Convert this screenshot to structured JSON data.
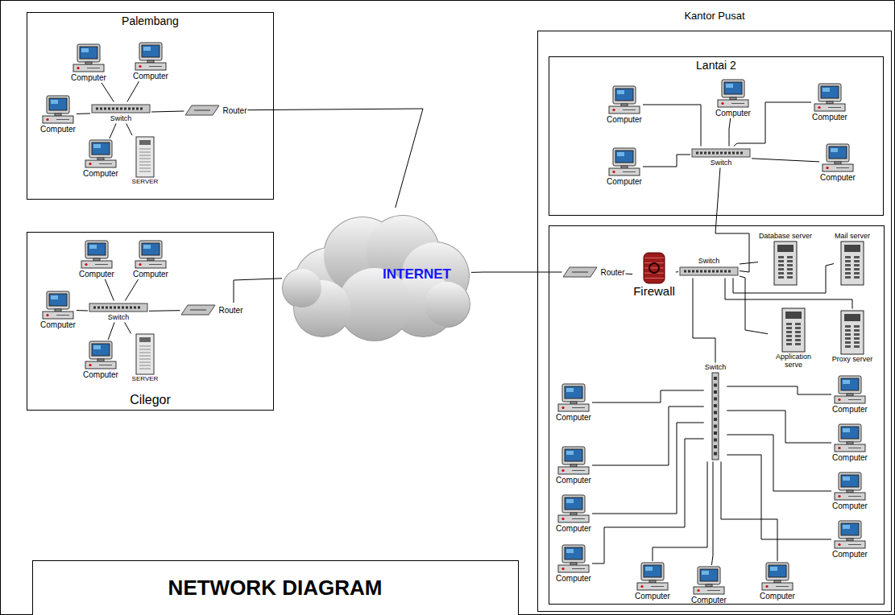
{
  "diagram": {
    "title": "NETWORK DIAGRAM",
    "nodes": [
      {
        "text": [
          "Palembang"
        ]
      },
      {
        "text": [
          "Computer"
        ],
        "in": 0
      },
      {
        "text": [
          "Computer"
        ],
        "in": 0
      },
      {
        "text": [
          "Computer"
        ],
        "in": 0
      },
      {
        "text": [
          "Switch"
        ],
        "in": 0
      },
      {
        "text": [
          "Router"
        ],
        "in": 0
      },
      {
        "text": [
          "Computer"
        ],
        "in": 0
      },
      {
        "text": [
          "SERVER"
        ],
        "in": 0
      },
      {
        "text": [
          "Cilegor"
        ]
      },
      {
        "text": [
          "Computer"
        ],
        "in": 8
      },
      {
        "text": [
          "Computer"
        ],
        "in": 8
      },
      {
        "text": [
          "Computer"
        ],
        "in": 8
      },
      {
        "text": [
          "Switch"
        ],
        "in": 8
      },
      {
        "text": [
          "Router"
        ],
        "in": 8
      },
      {
        "text": [
          "Computer"
        ],
        "in": 8
      },
      {
        "text": [
          "SERVER"
        ],
        "in": 8
      },
      {
        "text": [
          "INTERNET"
        ]
      },
      {
        "text": [
          "Kantor Pusat"
        ]
      },
      {
        "text": [
          "Lantai 2"
        ],
        "in": 17
      },
      {
        "text": [
          "Computer"
        ],
        "in": 18
      },
      {
        "text": [
          "Computer"
        ],
        "in": 18
      },
      {
        "text": [
          "Computer"
        ],
        "in": 18
      },
      {
        "text": [
          "Computer"
        ],
        "in": 18
      },
      {
        "text": [
          "Switch"
        ],
        "in": 18
      },
      {
        "text": [
          "Computer"
        ],
        "in": 18
      },
      {
        "text": [
          "Router"
        ],
        "in": 17
      },
      {
        "text": [
          "Firewall"
        ],
        "in": 17
      },
      {
        "text": [
          "Switch"
        ],
        "in": 17
      },
      {
        "text": [
          "Database server"
        ],
        "in": 17
      },
      {
        "text": [
          "Mail server"
        ],
        "in": 17
      },
      {
        "text": [
          "Application serve"
        ],
        "in": 17
      },
      {
        "text": [
          "Proxy server"
        ],
        "in": 17
      },
      {
        "text": [
          "Switch"
        ],
        "in": 17
      },
      {
        "text": [
          "Computer"
        ],
        "in": 17
      },
      {
        "text": [
          "Computer"
        ],
        "in": 17
      },
      {
        "text": [
          "Computer"
        ],
        "in": 17
      },
      {
        "text": [
          "Computer"
        ],
        "in": 17
      },
      {
        "text": [
          "Computer"
        ],
        "in": 17
      },
      {
        "text": [
          "Computer"
        ],
        "in": 17
      },
      {
        "text": [
          "Computer"
        ],
        "in": 17
      },
      {
        "text": [
          "Computer"
        ],
        "in": 17
      },
      {
        "text": [
          "Computer"
        ],
        "in": 17
      },
      {
        "text": [
          "Computer"
        ],
        "in": 17
      },
      {
        "text": [
          "Computer"
        ],
        "in": 17
      }
    ],
    "edges": [
      {
        "from": 1,
        "to": 4,
        "arrow": "none"
      },
      {
        "from": 2,
        "to": 4,
        "arrow": "none"
      },
      {
        "from": 3,
        "to": 4,
        "arrow": "none"
      },
      {
        "from": 6,
        "to": 4,
        "arrow": "none"
      },
      {
        "from": 7,
        "to": 4,
        "arrow": "none"
      },
      {
        "from": 4,
        "to": 5,
        "arrow": "none"
      },
      {
        "from": 5,
        "to": 16,
        "arrow": "none"
      },
      {
        "from": 9,
        "to": 12,
        "arrow": "none"
      },
      {
        "from": 10,
        "to": 12,
        "arrow": "none"
      },
      {
        "from": 11,
        "to": 12,
        "arrow": "none"
      },
      {
        "from": 14,
        "to": 12,
        "arrow": "none"
      },
      {
        "from": 15,
        "to": 12,
        "arrow": "none"
      },
      {
        "from": 12,
        "to": 13,
        "arrow": "none"
      },
      {
        "from": 13,
        "to": 16,
        "arrow": "none"
      },
      {
        "from": 16,
        "to": 25,
        "arrow": "none"
      },
      {
        "from": 25,
        "to": 26,
        "arrow": "none"
      },
      {
        "from": 26,
        "to": 27,
        "arrow": "none"
      },
      {
        "from": 19,
        "to": 23,
        "arrow": "none"
      },
      {
        "from": 20,
        "to": 23,
        "arrow": "none"
      },
      {
        "from": 21,
        "to": 23,
        "arrow": "none"
      },
      {
        "from": 22,
        "to": 23,
        "arrow": "none"
      },
      {
        "from": 24,
        "to": 23,
        "arrow": "none"
      },
      {
        "from": 23,
        "to": 27,
        "arrow": "none"
      },
      {
        "from": 27,
        "to": 28,
        "arrow": "none"
      },
      {
        "from": 27,
        "to": 29,
        "arrow": "none"
      },
      {
        "from": 27,
        "to": 30,
        "arrow": "none"
      },
      {
        "from": 27,
        "to": 31,
        "arrow": "none"
      },
      {
        "from": 32,
        "to": 27,
        "arrow": "none"
      },
      {
        "from": 33,
        "to": 32,
        "arrow": "none"
      },
      {
        "from": 34,
        "to": 32,
        "arrow": "none"
      },
      {
        "from": 35,
        "to": 32,
        "arrow": "none"
      },
      {
        "from": 36,
        "to": 32,
        "arrow": "none"
      },
      {
        "from": 37,
        "to": 32,
        "arrow": "none"
      },
      {
        "from": 38,
        "to": 32,
        "arrow": "none"
      },
      {
        "from": 39,
        "to": 32,
        "arrow": "none"
      },
      {
        "from": 40,
        "to": 32,
        "arrow": "none"
      },
      {
        "from": 41,
        "to": 32,
        "arrow": "none"
      },
      {
        "from": 42,
        "to": 32,
        "arrow": "none"
      },
      {
        "from": 43,
        "to": 32,
        "arrow": "none"
      }
    ]
  }
}
